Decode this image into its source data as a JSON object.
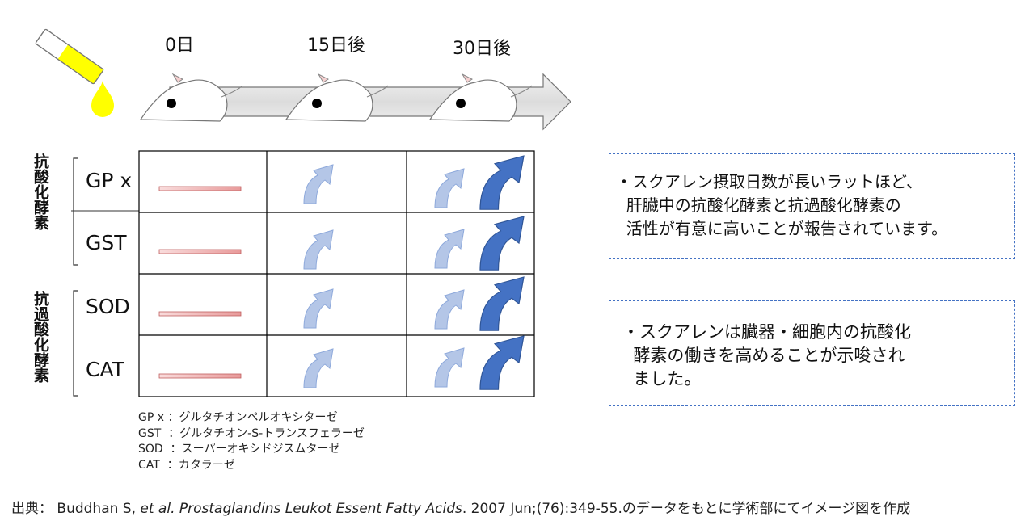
{
  "timeline": {
    "days": [
      "0日",
      "15日後",
      "30日後"
    ]
  },
  "groups": {
    "antioxidant": "抗酸化酵素",
    "anti_peroxide": "抗過酸化酵素"
  },
  "table": {
    "rows": [
      {
        "enzyme": "GP x",
        "day0": "baseline",
        "day15": "up",
        "day30": "strong-up"
      },
      {
        "enzyme": "GST",
        "day0": "baseline",
        "day15": "up",
        "day30": "strong-up"
      },
      {
        "enzyme": "SOD",
        "day0": "baseline",
        "day15": "up",
        "day30": "strong-up"
      },
      {
        "enzyme": "CAT",
        "day0": "baseline",
        "day15": "up",
        "day30": "strong-up"
      }
    ]
  },
  "abbreviations": [
    "GP x ：グルタチオンペルオキシターゼ",
    "GST  ：グルタチオン-S-トランスフェラーゼ",
    "SOD  ：スーパーオキシドジスムターゼ",
    "CAT  ：カタラーゼ"
  ],
  "notes": {
    "note1": "・スクアレン摂取日数が長いラットほど、\n  肝臓中の抗酸化酵素と抗過酸化酵素の\n  活性が有意に高いことが報告されています。",
    "note2": "・スクアレンは臓器・細胞内の抗酸化\n  酵素の働きを高めることが示唆され\n  ました。"
  },
  "source": {
    "prefix": "出典： Buddhan S,",
    "etal": "et al.",
    "journal": "Prostaglandins Leukot Essent Fatty Acids",
    "suffix": ". 2007 Jun;(76):349-55.のデータをもとに学術部にてイメージ図を作成"
  },
  "colors": {
    "arrow_light": "#b4c6e7",
    "arrow_dark": "#4472c4",
    "baseline_bar": "#e8a0a0",
    "dropper_liquid": "#ffff00",
    "note_border": "#4472c4"
  }
}
